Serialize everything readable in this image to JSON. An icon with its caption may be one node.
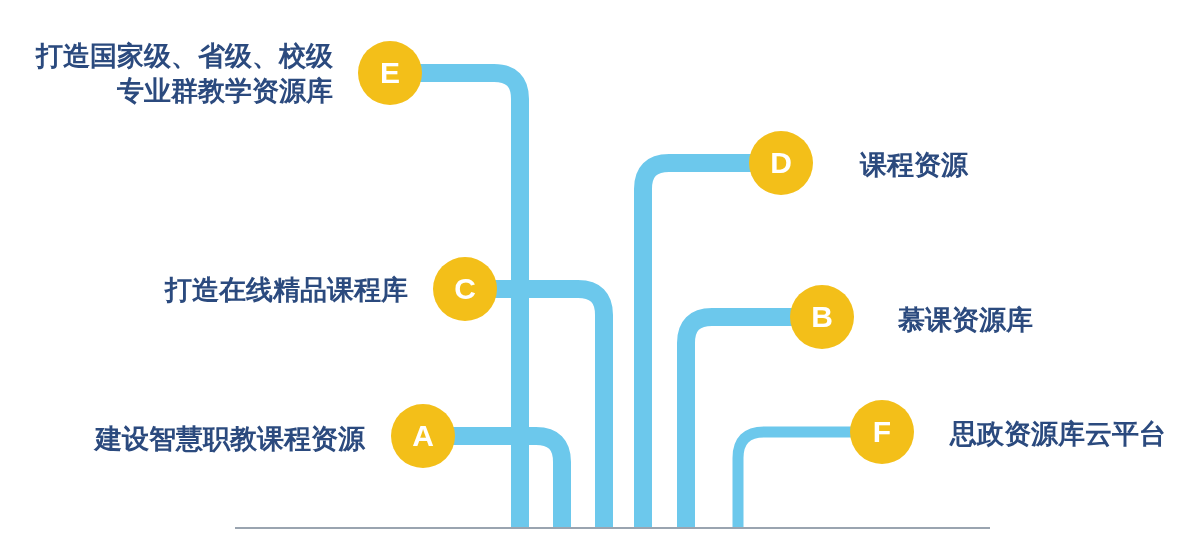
{
  "diagram": {
    "nodes": [
      {
        "text": [
          "E"
        ],
        "beside": [
          "打造国家级、省级、校级专业群教学资源库"
        ]
      },
      {
        "text": [
          "D"
        ],
        "beside": [
          "课程资源"
        ]
      },
      {
        "text": [
          "C"
        ],
        "beside": [
          "打造在线精品课程库"
        ]
      },
      {
        "text": [
          "B"
        ],
        "beside": [
          "慕课资源库"
        ]
      },
      {
        "text": [
          "A"
        ],
        "beside": [
          "建设智慧职教课程资源"
        ]
      },
      {
        "text": [
          "F"
        ],
        "beside": [
          "思政资源库云平台"
        ]
      },
      {
        "text": [],
        "shape": "bar"
      }
    ],
    "edges": [
      {
        "from": 0,
        "to": 6,
        "arrow": "none"
      },
      {
        "from": 1,
        "to": 6,
        "arrow": "none"
      },
      {
        "from": 2,
        "to": 6,
        "arrow": "none"
      },
      {
        "from": 3,
        "to": 6,
        "arrow": "none"
      },
      {
        "from": 4,
        "to": 6,
        "arrow": "none"
      },
      {
        "from": 5,
        "to": 6,
        "arrow": "none"
      }
    ]
  }
}
